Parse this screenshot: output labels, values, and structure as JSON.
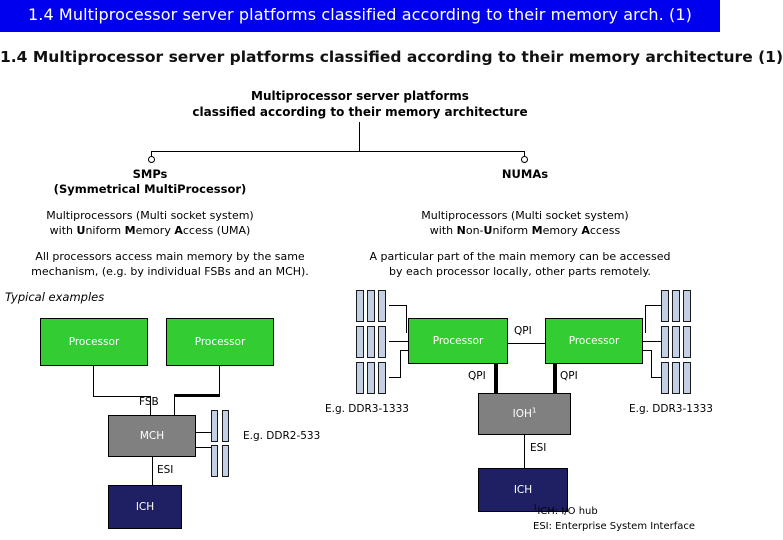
{
  "window": {
    "titlebar_text": "1.4 Multiprocessor server platforms classified according to their memory arch. (1)",
    "titlebar_color": "#0000ee"
  },
  "slide": {
    "heading": "1.4 Multiprocessor server platforms classified according to their memory architecture (1)",
    "tree_root": {
      "line1": "Multiprocessor server platforms",
      "line2": "classified according to their memory architecture"
    },
    "branches": [
      {
        "id": "smp",
        "title": "SMPs",
        "expansion": "(Symmetrical MultiProcessor)",
        "subtitle_line1": "Multiprocessors (Multi socket system)",
        "subtitle_line2": "with Uniform Memory Access (UMA)",
        "desc_line1": "All processors access main memory by the same",
        "desc_line2": "mechanism, (e.g. by individual FSBs and an MCH)."
      },
      {
        "id": "numa",
        "title": "NUMAs",
        "expansion": "",
        "subtitle_line1": "Multiprocessors (Multi socket system)",
        "subtitle_line2": "with Non-Uniform Memory Access",
        "desc_line1": "A particular part of the main memory can be accessed",
        "desc_line2": "by each processor locally, other parts remotely."
      }
    ],
    "typical_examples_label": "Typical examples"
  },
  "uma_diagram": {
    "processor1_label": "Processor",
    "processor2_label": "Processor",
    "mch_label": "MCH",
    "ich_label": "ICH",
    "fsb_label": "FSB",
    "esi_label": "ESI",
    "memory_label": "E.g. DDR2-533"
  },
  "numa_diagram": {
    "processor1_label": "Processor",
    "processor2_label": "Processor",
    "ioh_label": "IOH",
    "ioh_superscript": "1",
    "ich_label": "ICH",
    "qpi_label_center": "QPI",
    "qpi_label_left": "QPI",
    "qpi_label_right": "QPI",
    "esi_label": "ESI",
    "memory_label_left": "E.g. DDR3-1333",
    "memory_label_right": "E.g. DDR3-1333"
  },
  "footnotes": {
    "note1_marker": "1",
    "note1": "ICH: I/O hub",
    "note2": "ESI: Enterprise System Interface"
  },
  "colors": {
    "processor": "#33cc33",
    "hub": "#808080",
    "ich": "#1f1f63",
    "dimm": "#c3cfe4",
    "titlebar": "#0000ee"
  }
}
